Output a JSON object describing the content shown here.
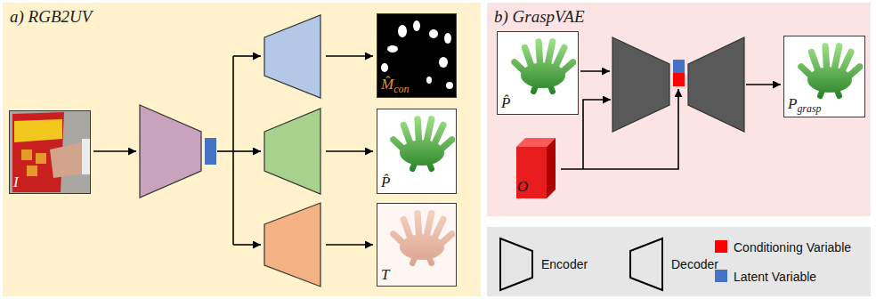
{
  "diagram": {
    "nodes": [
      {
        "text": [
          "a) RGB2UV"
        ]
      },
      {
        "text": [
          "I"
        ],
        "in": 0
      },
      {
        "text": [
          "M̂con"
        ],
        "in": 0
      },
      {
        "text": [
          "P̂"
        ],
        "in": 0
      },
      {
        "text": [
          "T"
        ],
        "in": 0
      },
      {
        "text": [
          "b) GraspVAE"
        ]
      },
      {
        "text": [
          "P̂"
        ],
        "in": 5
      },
      {
        "text": [
          "O"
        ],
        "in": 5
      },
      {
        "text": [
          "Pgrasp"
        ],
        "in": 5
      }
    ],
    "legend": [
      {
        "text": "Encoder"
      },
      {
        "text": "Decoder"
      },
      {
        "text": "Conditioning Variable",
        "color": "#ff0000"
      },
      {
        "text": "Latent Variable",
        "color": "#4472c4"
      }
    ]
  }
}
